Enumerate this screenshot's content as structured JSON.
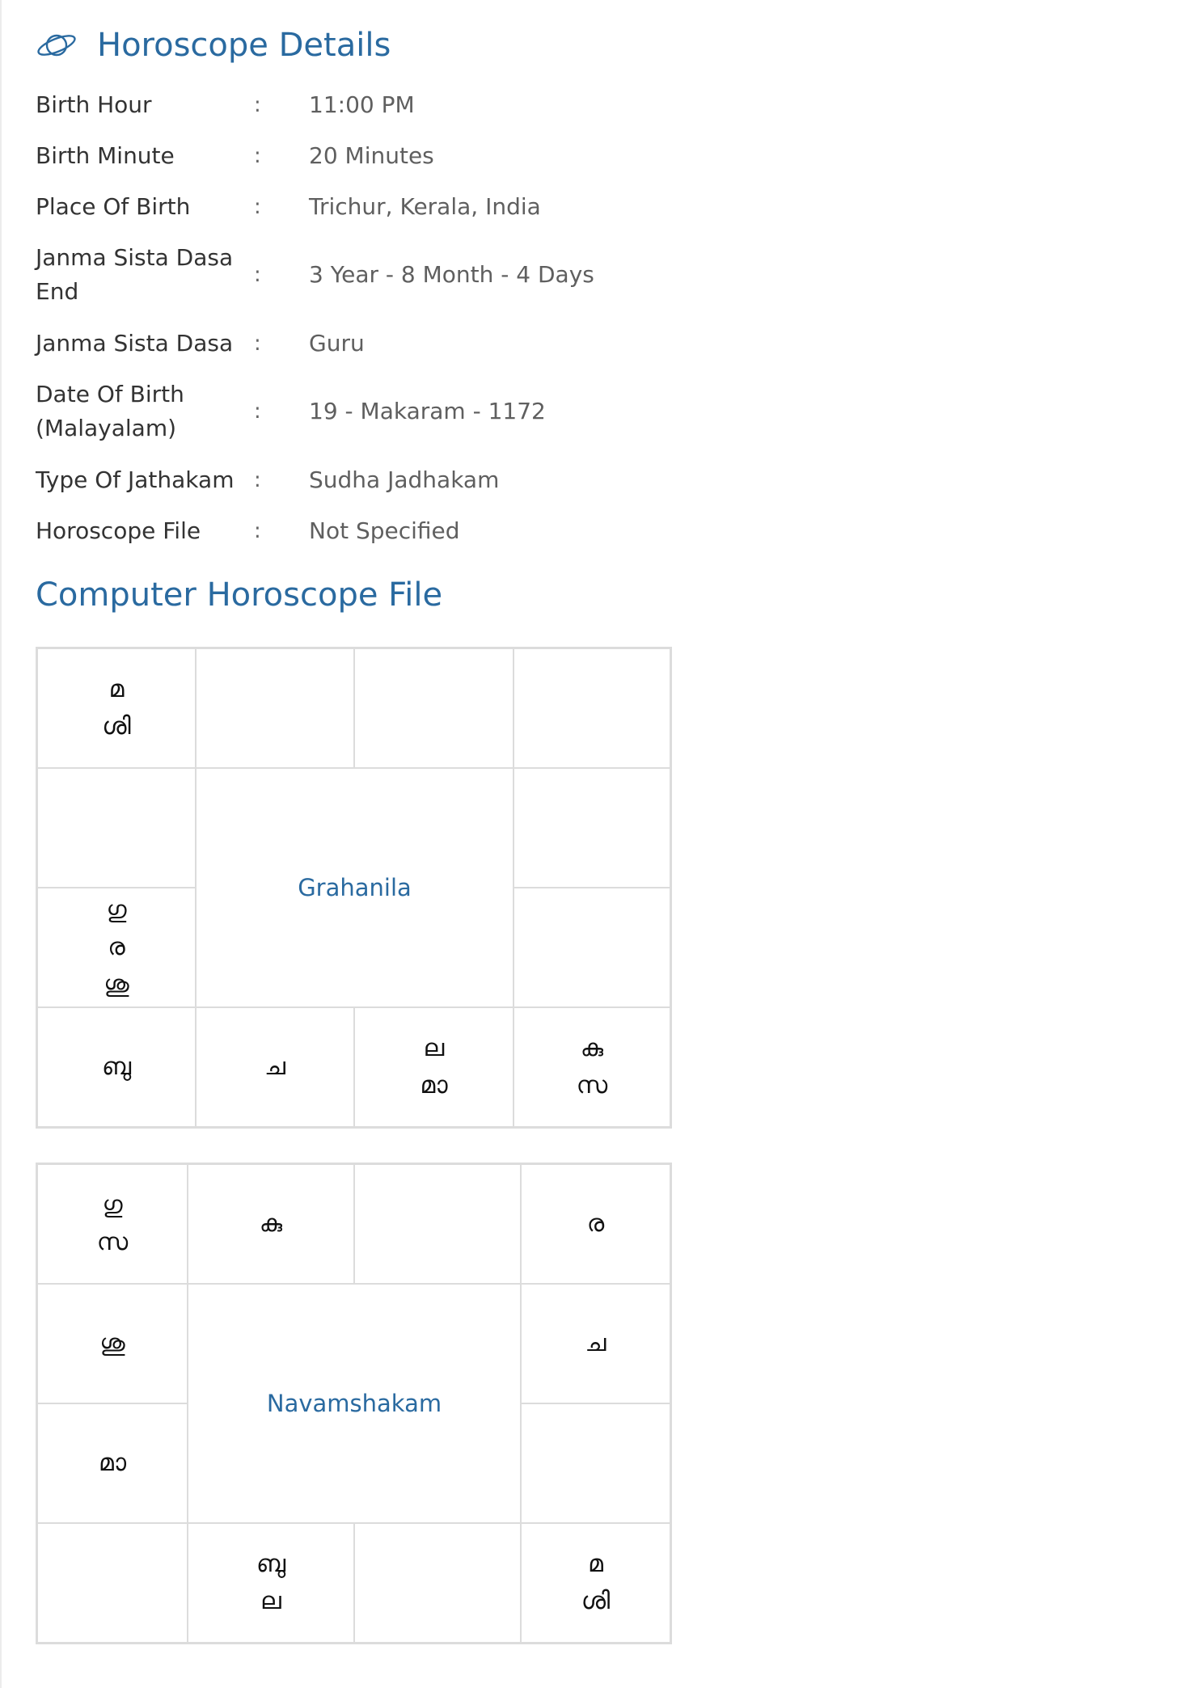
{
  "header": {
    "title": "Horoscope Details",
    "icon": "planet-icon",
    "accent": "#2a6aa0"
  },
  "details": [
    {
      "label": "Birth Hour",
      "sep": ":",
      "value": "11:00 PM"
    },
    {
      "label": "Birth Minute",
      "sep": ":",
      "value": "20 Minutes"
    },
    {
      "label": "Place Of Birth",
      "sep": ":",
      "value": "Trichur, Kerala, India"
    },
    {
      "label": "Janma Sista Dasa End",
      "sep": ":",
      "value": "3 Year - 8 Month - 4 Days"
    },
    {
      "label": "Janma Sista Dasa",
      "sep": ":",
      "value": "Guru"
    },
    {
      "label": "Date Of Birth (Malayalam)",
      "sep": ":",
      "value": "19 - Makaram - 1172"
    },
    {
      "label": "Type Of Jathakam",
      "sep": ":",
      "value": "Sudha Jadhakam"
    },
    {
      "label": "Horoscope File",
      "sep": ":",
      "value": "Not Specified"
    }
  ],
  "computer_horoscope": {
    "title": "Computer Horoscope File",
    "charts": [
      {
        "center_label": "Grahanila",
        "cells": [
          [
            "മ",
            "ശി"
          ],
          [],
          [],
          [],
          [],
          [],
          [
            "ഗു",
            "ര",
            "ശു"
          ],
          [],
          [
            "ബു"
          ],
          [
            "ച"
          ],
          [
            "ല",
            "മാ"
          ],
          [
            "കു",
            "സ"
          ]
        ]
      },
      {
        "center_label": "Navamshakam",
        "cells": [
          [
            "ഗു",
            "സ"
          ],
          [
            "കു"
          ],
          [],
          [
            "ര"
          ],
          [
            "ശു"
          ],
          [
            "ച"
          ],
          [
            "മാ"
          ],
          [],
          [],
          [
            "ബു",
            "ല"
          ],
          [],
          [
            "മ",
            "ശി"
          ]
        ]
      }
    ]
  }
}
